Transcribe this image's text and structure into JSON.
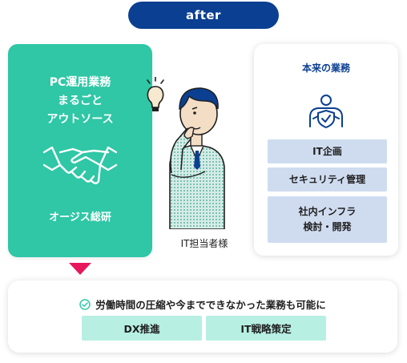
{
  "header": {
    "label": "after"
  },
  "outsource_card": {
    "title_lines": [
      "PC運用業務",
      "まるごと",
      "アウトソース"
    ],
    "company": "オージス総研",
    "icon": "handshake-icon"
  },
  "person": {
    "label": "IT担当者様",
    "icon": "thinking-person-with-lightbulb"
  },
  "core_card": {
    "title": "本来の業務",
    "icon": "person-with-shield-icon",
    "tasks": [
      "IT企画",
      "セキュリティ管理",
      "社内インフラ\n検討・開発"
    ]
  },
  "result": {
    "text": "労働時間の圧縮や今までできなかった業務も可能に",
    "tags": [
      "DX推進",
      "IT戦略策定"
    ]
  },
  "colors": {
    "navy": "#0b3f91",
    "green": "#2fc7a6",
    "arrow": "#e8175d",
    "task_bg": "#cfdcf0",
    "tag_bg": "#b7efe3"
  }
}
